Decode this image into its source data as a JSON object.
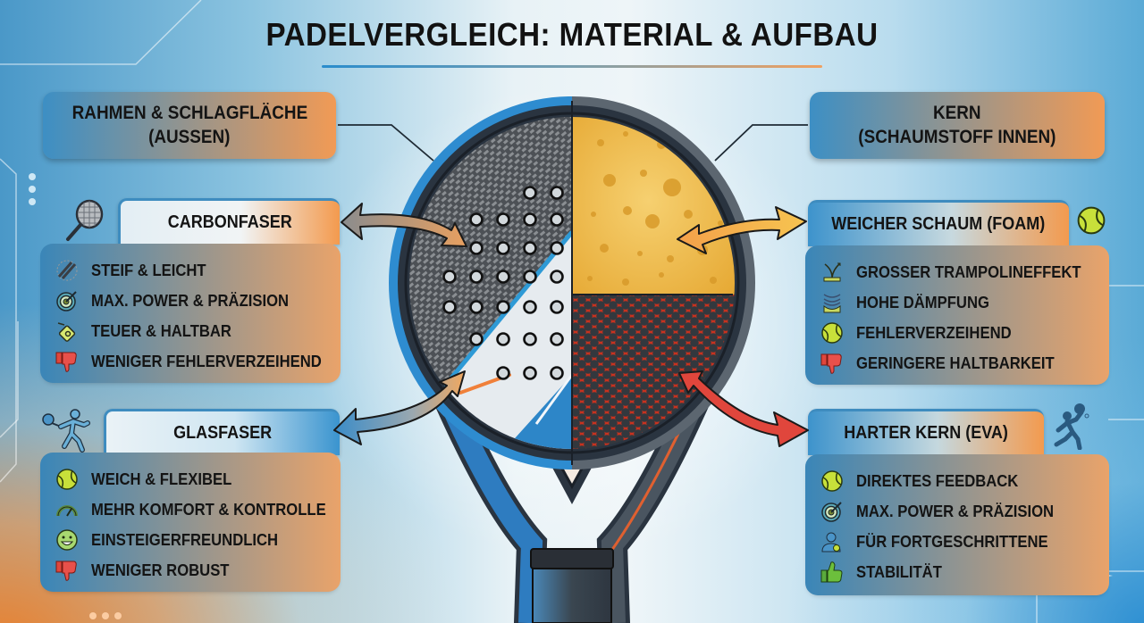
{
  "title": "PADELVERGLEICH: MATERIAL & AUFBAU",
  "colors": {
    "accent_blue": "#3d8fc4",
    "accent_orange": "#f19a55",
    "negative_red": "#e0463c",
    "positive_green": "#6cbf3c",
    "ball_yellow": "#c8e03a",
    "foam_yellow": "#f2c24e",
    "eva_red": "#d83a2c",
    "carbon_gray": "#5a5e62"
  },
  "left": {
    "section_label": {
      "line1": "RAHMEN & SCHLAGFLÄCHE",
      "line2": "(AUSSEN)"
    },
    "carbon": {
      "header": "CARBONFASER",
      "header_icon": "padel-racket-icon",
      "items": [
        {
          "icon": "carbon-stripes-icon",
          "text": "STEIF & LEICHT"
        },
        {
          "icon": "target-icon",
          "text": "MAX. POWER & PRÄZISION"
        },
        {
          "icon": "price-tag-icon",
          "text": "TEUER & HALTBAR"
        },
        {
          "icon": "thumbs-down-icon",
          "text": "WENIGER FEHLERVERZEIHEND"
        }
      ]
    },
    "glas": {
      "header": "GLASFASER",
      "header_icon": "player-icon",
      "items": [
        {
          "icon": "tennis-ball-icon",
          "text": "WEICH & FLEXIBEL"
        },
        {
          "icon": "gauge-icon",
          "text": "MEHR KOMFORT & KONTROLLE"
        },
        {
          "icon": "smiley-icon",
          "text": "EINSTEIGERFREUNDLICH"
        },
        {
          "icon": "thumbs-down-icon",
          "text": "WENIGER ROBUST"
        }
      ]
    }
  },
  "right": {
    "section_label": {
      "line1": "KERN",
      "line2": "(SCHAUMSTOFF INNEN)"
    },
    "foam": {
      "header": "WEICHER SCHAUM (FOAM)",
      "header_icon": "tennis-ball-icon",
      "items": [
        {
          "icon": "trampoline-icon",
          "text": "GROSSER TRAMPOLINEFFEKT"
        },
        {
          "icon": "damping-icon",
          "text": "HOHE DÄMPFUNG"
        },
        {
          "icon": "tennis-ball-icon",
          "text": "FEHLERVERZEIHEND"
        },
        {
          "icon": "thumbs-down-icon",
          "text": "GERINGERE HALTBARKEIT"
        }
      ]
    },
    "eva": {
      "header": "HARTER KERN (EVA)",
      "header_icon": "player-icon",
      "items": [
        {
          "icon": "tennis-ball-icon",
          "text": "DIREKTES FEEDBACK"
        },
        {
          "icon": "target-icon",
          "text": "MAX. POWER & PRÄZISION"
        },
        {
          "icon": "advanced-player-icon",
          "text": "FÜR FORTGESCHRITTENE"
        },
        {
          "icon": "thumbs-up-icon",
          "text": "STABILITÄT"
        }
      ]
    }
  },
  "racket": {
    "left_half": "carbon / fiberglass face with holes",
    "right_top": "soft foam core",
    "right_bottom": "hard EVA core (hexagon)"
  }
}
